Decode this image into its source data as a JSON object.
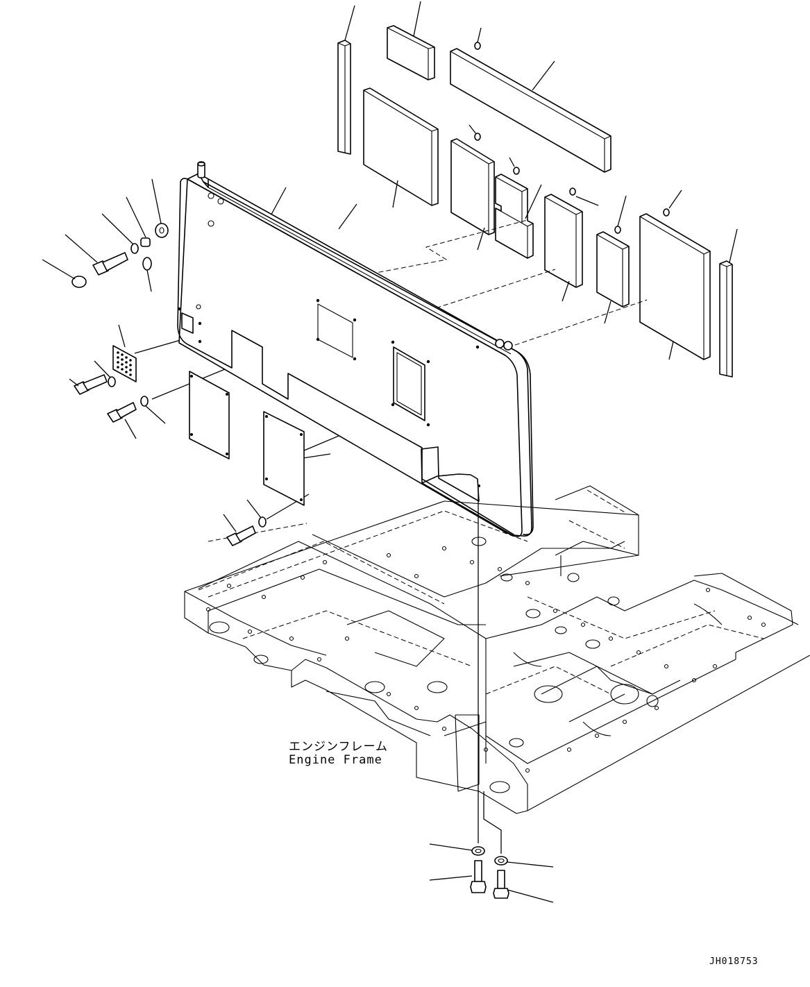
{
  "diagram": {
    "frame_label_jp": "エンジンフレーム",
    "frame_label_en": "Engine Frame",
    "drawing_id": "JH018753"
  }
}
